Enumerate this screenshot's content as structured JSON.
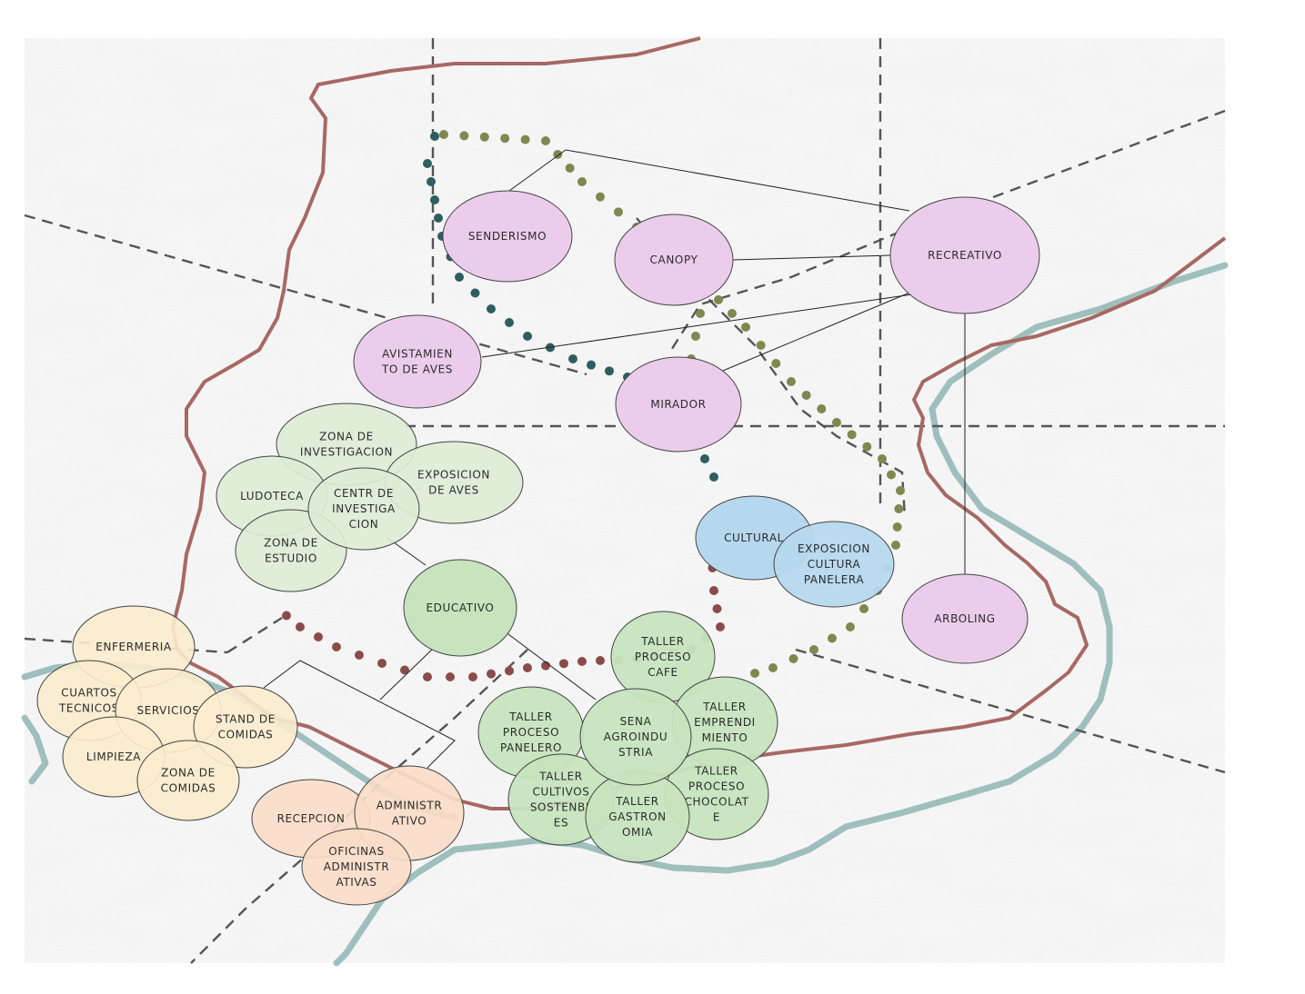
{
  "colors": {
    "background": "#f1f1f1",
    "boundary": "#a76863",
    "river": "#9fbfbe",
    "dashed_lines": "#555555",
    "trail_teal": "#2f5e60",
    "trail_olive": "#7f8850",
    "trail_red": "#8a4c4a",
    "recreativo": "#ebcdeb",
    "educativo": "#c7e4be",
    "educativo_light": "#dcebd6",
    "cultural": "#b6d8ee",
    "servicios": "#fbeccd",
    "administrativo": "#f9dcc8"
  },
  "bubbles": [
    {
      "id": "senderismo",
      "label": "SENDERISMO",
      "group": "recreativo"
    },
    {
      "id": "canopy",
      "label": "CANOPY",
      "group": "recreativo"
    },
    {
      "id": "recreativo",
      "label": "RECREATIVO",
      "group": "recreativo"
    },
    {
      "id": "avistamiento",
      "label": "AVISTAMIEN\nTO DE AVES",
      "group": "recreativo"
    },
    {
      "id": "mirador",
      "label": "MIRADOR",
      "group": "recreativo"
    },
    {
      "id": "arboling",
      "label": "ARBOLING",
      "group": "recreativo"
    },
    {
      "id": "zona-investigacion",
      "label": "ZONA DE\nINVESTIGACION",
      "group": "educativo_light"
    },
    {
      "id": "ludoteca",
      "label": "LUDOTECA",
      "group": "educativo_light"
    },
    {
      "id": "exposicion-aves",
      "label": "EXPOSICION\nDE AVES",
      "group": "educativo_light"
    },
    {
      "id": "zona-estudio",
      "label": "ZONA DE\nESTUDIO",
      "group": "educativo_light"
    },
    {
      "id": "centro-investigacion",
      "label": "CENTR DE\nINVESTIGA\nCION",
      "group": "educativo_light"
    },
    {
      "id": "cultural",
      "label": "CULTURAL",
      "group": "cultural"
    },
    {
      "id": "exposicion-cultura",
      "label": "EXPOSICION\nCULTURA\nPANELERA",
      "group": "cultural"
    },
    {
      "id": "educativo",
      "label": "EDUCATIVO",
      "group": "educativo"
    },
    {
      "id": "taller-cafe",
      "label": "TALLER\nPROCESO\nCAFE",
      "group": "educativo"
    },
    {
      "id": "taller-panelero",
      "label": "TALLER\nPROCESO\nPANELERO",
      "group": "educativo"
    },
    {
      "id": "taller-emprendimiento",
      "label": "TALLER\nEMPRENDI\nMIENTO",
      "group": "educativo"
    },
    {
      "id": "taller-cultivos",
      "label": "TALLER\nCULTIVOS\nSOSTENBL\nES",
      "group": "educativo"
    },
    {
      "id": "taller-chocolate",
      "label": "TALLER\nPROCESO\nCHOCOLAT\nE",
      "group": "educativo"
    },
    {
      "id": "taller-gastronomia",
      "label": "TALLER\nGASTRON\nOMIA",
      "group": "educativo"
    },
    {
      "id": "sena",
      "label": "SENA\nAGROINDU\nSTRIA",
      "group": "educativo"
    },
    {
      "id": "enfermeria",
      "label": "ENFERMERIA",
      "group": "servicios"
    },
    {
      "id": "cuartos-tecnicos",
      "label": "CUARTOS\nTECNICOS",
      "group": "servicios"
    },
    {
      "id": "servicios",
      "label": "SERVICIOS",
      "group": "servicios"
    },
    {
      "id": "stand-comidas",
      "label": "STAND DE\nCOMIDAS",
      "group": "servicios"
    },
    {
      "id": "limpieza",
      "label": "LIMPIEZA",
      "group": "servicios"
    },
    {
      "id": "zona-comidas",
      "label": "ZONA DE\nCOMIDAS",
      "group": "servicios"
    },
    {
      "id": "recepcion",
      "label": "RECEPCION",
      "group": "administrativo"
    },
    {
      "id": "administrativo",
      "label": "ADMINISTR\nATIVO",
      "group": "administrativo"
    },
    {
      "id": "oficinas",
      "label": "OFICINAS\nADMINISTR\nATIVAS",
      "group": "administrativo"
    }
  ]
}
